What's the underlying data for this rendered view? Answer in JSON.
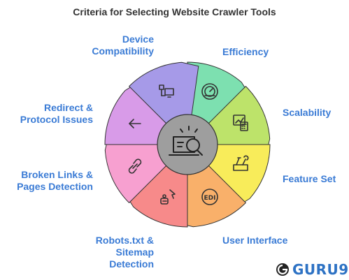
{
  "title": "Criteria for Selecting Website Crawler Tools",
  "segments": [
    {
      "label": "Efficiency",
      "color": "#7de0b0",
      "icon": "speedometer-icon"
    },
    {
      "label": "Scalability",
      "color": "#bde36a",
      "icon": "calculator-chart-icon"
    },
    {
      "label": "Feature Set",
      "color": "#f8ec5a",
      "icon": "tools-icon"
    },
    {
      "label": "User Interface",
      "color": "#f9b06a",
      "icon": "edi-icon"
    },
    {
      "label": "Robots.txt & Sitemap Detection",
      "label_lines": [
        "Robots.txt &",
        "Sitemap",
        "Detection"
      ],
      "color": "#f78a8a",
      "icon": "robot-cursor-icon"
    },
    {
      "label": "Broken Links & Pages Detection",
      "label_lines": [
        "Broken Links &",
        "Pages Detection"
      ],
      "color": "#f7a0d0",
      "icon": "broken-link-icon"
    },
    {
      "label": "Redirect & Protocol Issues",
      "label_lines": [
        "Redirect &",
        "Protocol Issues"
      ],
      "color": "#d89be8",
      "icon": "arrow-left-icon"
    },
    {
      "label": "Device Compatibility",
      "label_lines": [
        "Device",
        "Compatibility"
      ],
      "color": "#a69ae8",
      "icon": "devices-icon"
    }
  ],
  "center": {
    "icon": "laptop-search-icon",
    "color": "#9e9e9e"
  },
  "logo": {
    "text": "GURU99",
    "color": "#2d72c4"
  }
}
